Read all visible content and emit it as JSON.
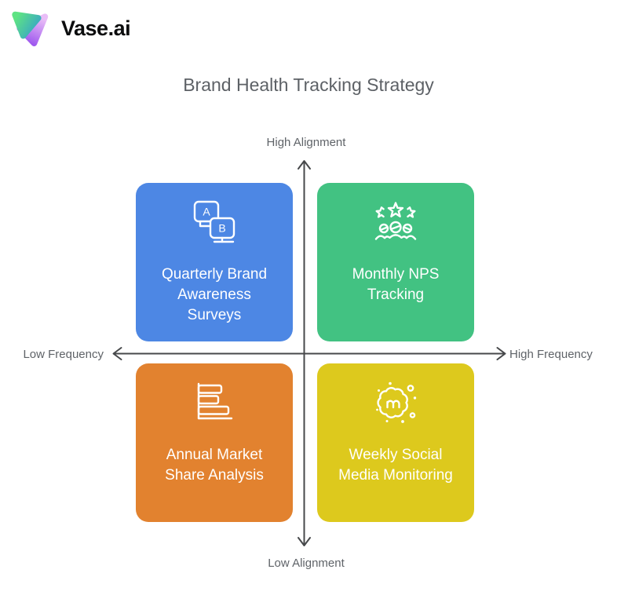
{
  "brand": {
    "name": "Vase.ai",
    "logo": {
      "green_start": "#5ee383",
      "green_end": "#36a3c9",
      "purple_start": "#e9bdf7",
      "purple_end": "#9c55ee"
    }
  },
  "title": "Brand Health Tracking Strategy",
  "axes": {
    "top": "High Alignment",
    "bottom": "Low Alignment",
    "left": "Low Frequency",
    "right": "High Frequency"
  },
  "quadrants": [
    {
      "position": "top-left",
      "label": "Quarterly Brand\nAwareness\nSurveys",
      "color": "#4d87e4",
      "icon": "ab-test-monitors-icon"
    },
    {
      "position": "top-right",
      "label": "Monthly NPS\nTracking",
      "color": "#42c282",
      "icon": "stars-customers-icon"
    },
    {
      "position": "bottom-left",
      "label": "Annual Market\nShare Analysis",
      "color": "#e2822f",
      "icon": "horizontal-bar-chart-icon"
    },
    {
      "position": "bottom-right",
      "label": "Weekly Social\nMedia Monitoring",
      "color": "#ddc91d",
      "icon": "meetup-social-icon"
    }
  ],
  "colors": {
    "background": "#ffffff",
    "title": "#5d6166",
    "axis_line": "#47494b",
    "axis_label": "#5f6368",
    "card_text": "#ffffff"
  }
}
